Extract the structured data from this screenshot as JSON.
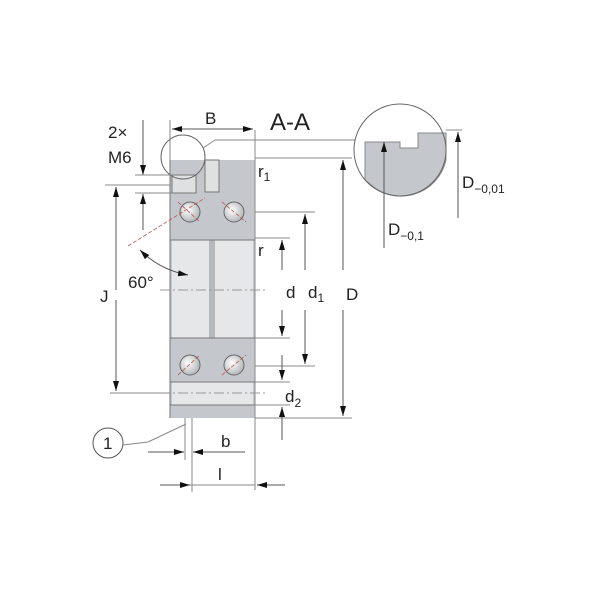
{
  "title": "A-A",
  "labels": {
    "thread_count": "2×",
    "thread": "M6",
    "B": "B",
    "r1": "r",
    "r1_sub": "1",
    "r": "r",
    "J": "J",
    "angle": "60°",
    "d": "d",
    "d1": "d",
    "d1_sub": "1",
    "D": "D",
    "d2": "d",
    "d2_sub": "2",
    "b": "b",
    "l": "l",
    "callout": "1",
    "D_tol_outer": "D",
    "D_tol_outer_sub": "−0,01",
    "D_tol_inner": "D",
    "D_tol_inner_sub": "−0,1"
  },
  "colors": {
    "body": "#c4c7cc",
    "light": "#e6e7e9",
    "contact_line": "#c0504d"
  }
}
